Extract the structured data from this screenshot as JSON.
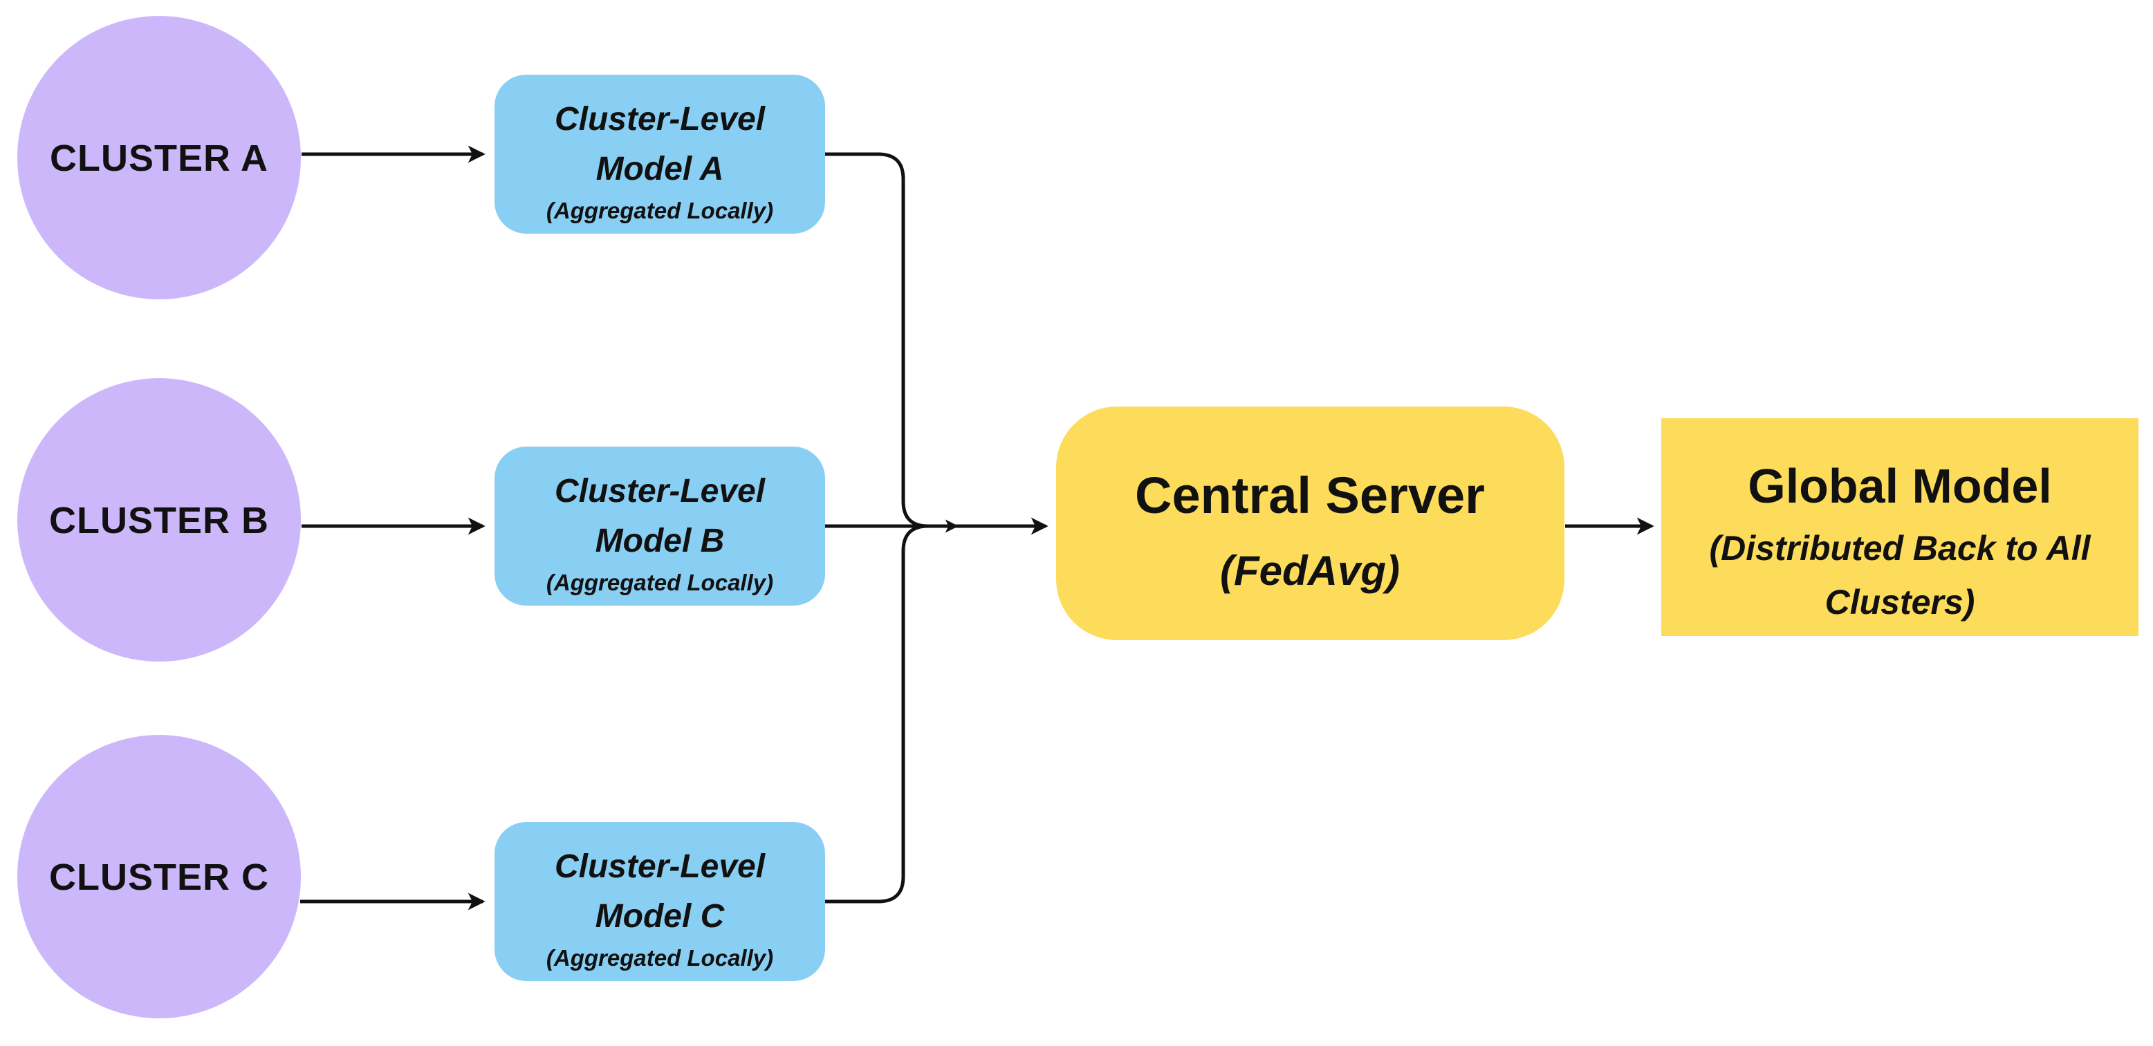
{
  "colors": {
    "background": "#ffffff",
    "cluster_fill": "#cdb7fb",
    "model_fill": "#89cff4",
    "server_fill": "#fcdc5a",
    "line": "#111111",
    "text": "#111111"
  },
  "clusters": [
    {
      "label": "CLUSTER A"
    },
    {
      "label": "CLUSTER B"
    },
    {
      "label": "CLUSTER C"
    }
  ],
  "models": [
    {
      "line1": "Cluster-Level",
      "line2": "Model A",
      "note": "(Aggregated Locally)"
    },
    {
      "line1": "Cluster-Level",
      "line2": "Model B",
      "note": "(Aggregated Locally)"
    },
    {
      "line1": "Cluster-Level",
      "line2": "Model C",
      "note": "(Aggregated Locally)"
    }
  ],
  "central_server": {
    "title": "Central Server",
    "subtitle": "(FedAvg)"
  },
  "global_model": {
    "title": "Global Model",
    "subtitle_line1": "(Distributed Back to All",
    "subtitle_line2": "Clusters)"
  }
}
